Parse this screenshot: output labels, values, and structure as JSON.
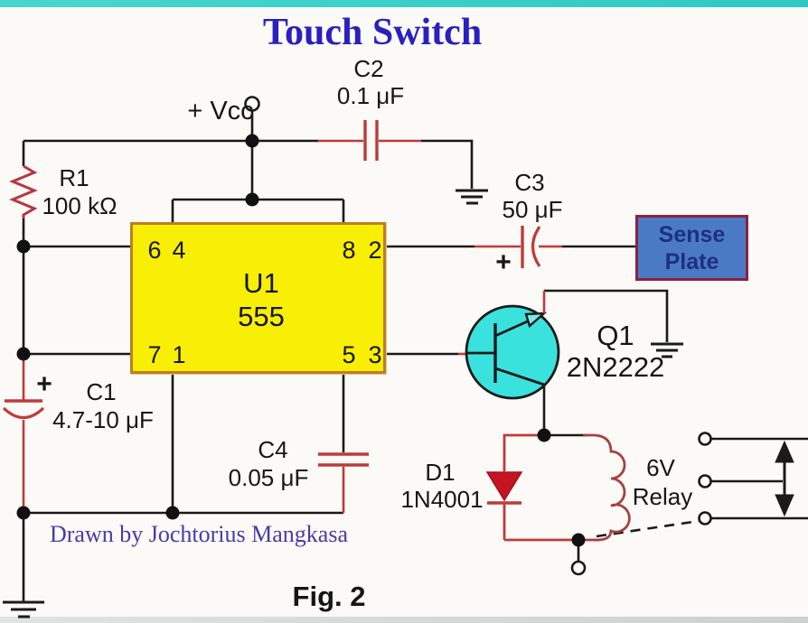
{
  "title": "Touch Switch",
  "figure_caption": "Fig. 2",
  "credit": "Drawn by Jochtorius Mangkasa",
  "power_label": "+ Vcc",
  "ic": {
    "ref": "U1",
    "part": "555",
    "pin6": "6",
    "pin4": "4",
    "pin8": "8",
    "pin2": "2",
    "pin7": "7",
    "pin1": "1",
    "pin5": "5",
    "pin3": "3"
  },
  "components": {
    "r1": {
      "ref": "R1",
      "value": "100 kΩ"
    },
    "c1": {
      "ref": "C1",
      "value": "4.7-10 μF",
      "polarity": "+"
    },
    "c2": {
      "ref": "C2",
      "value": "0.1 μF"
    },
    "c3": {
      "ref": "C3",
      "value": "50 μF",
      "polarity": "+"
    },
    "c4": {
      "ref": "C4",
      "value": "0.05 μF"
    },
    "d1": {
      "ref": "D1",
      "value": "1N4001"
    },
    "q1": {
      "ref": "Q1",
      "value": "2N2222"
    },
    "relay": {
      "voltage": "6V",
      "label": "Relay"
    },
    "sense_plate": {
      "line1": "Sense",
      "line2": "Plate"
    }
  },
  "colors": {
    "title_blue": "#2a1fc0",
    "credit_purple": "#4a3aa8",
    "wire_black": "#1a1a1a",
    "component_red": "#bf3a3a",
    "diode_red": "#c61322",
    "coil_red": "#a84040",
    "ic_fill": "#f8ef04",
    "ic_border": "#bf7d22",
    "transistor_fill": "#3ae2de",
    "sense_fill": "#4a7ac4",
    "sense_border": "#8e2040",
    "top_bar_cyan": "#35cbc4"
  }
}
